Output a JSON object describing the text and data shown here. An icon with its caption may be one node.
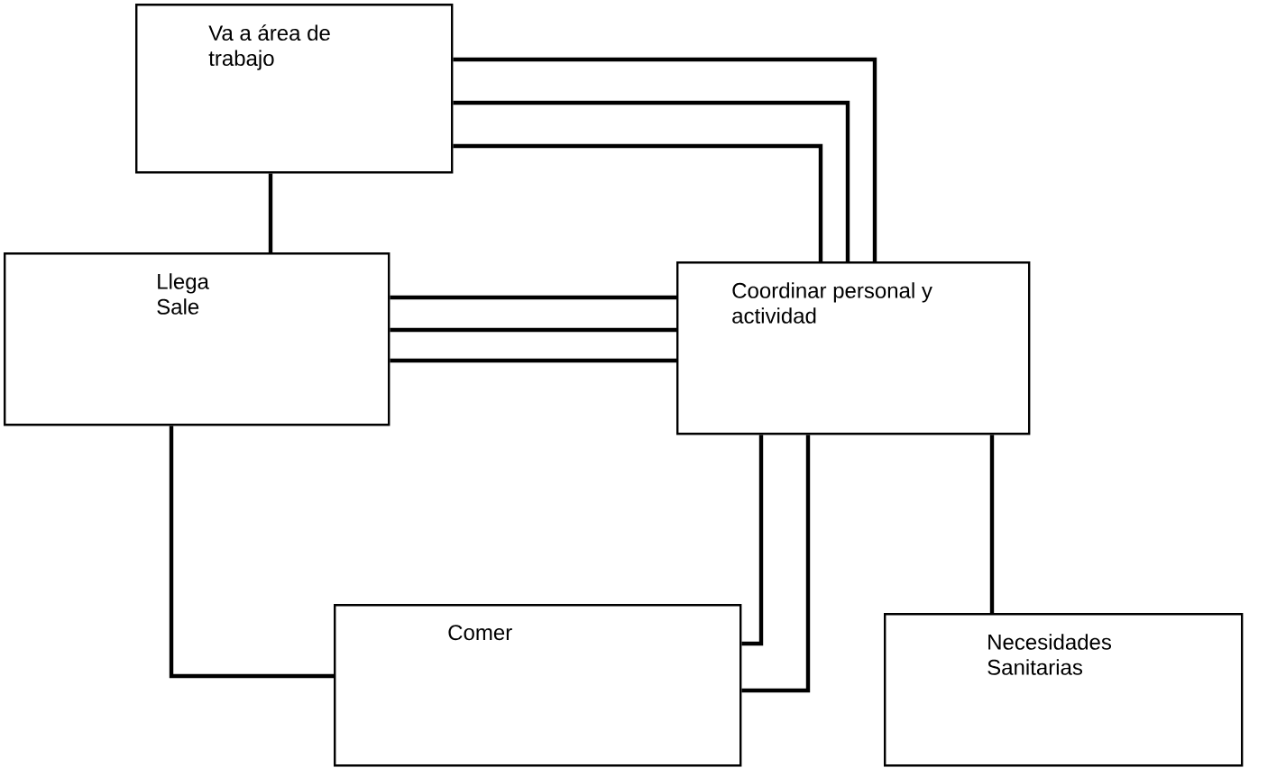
{
  "diagram": {
    "nodes": [
      {
        "text": [
          "Va a área de trabajo"
        ]
      },
      {
        "text": [
          "Llega Sale"
        ]
      },
      {
        "text": [
          "Coordinar personal y actividad"
        ]
      },
      {
        "text": [
          "Comer"
        ]
      },
      {
        "text": [
          "Necesidades Sanitarias"
        ]
      }
    ],
    "edges": [
      {
        "from": 0,
        "to": 1,
        "arrow": "none"
      },
      {
        "from": 0,
        "to": 2,
        "arrow": "none"
      },
      {
        "from": 0,
        "to": 2,
        "arrow": "none"
      },
      {
        "from": 0,
        "to": 2,
        "arrow": "none"
      },
      {
        "from": 1,
        "to": 2,
        "arrow": "none"
      },
      {
        "from": 1,
        "to": 2,
        "arrow": "none"
      },
      {
        "from": 1,
        "to": 2,
        "arrow": "none"
      },
      {
        "from": 2,
        "to": 3,
        "arrow": "none"
      },
      {
        "from": 2,
        "to": 3,
        "arrow": "none"
      },
      {
        "from": 1,
        "to": 3,
        "arrow": "none"
      },
      {
        "from": 2,
        "to": 4,
        "arrow": "none"
      }
    ]
  }
}
